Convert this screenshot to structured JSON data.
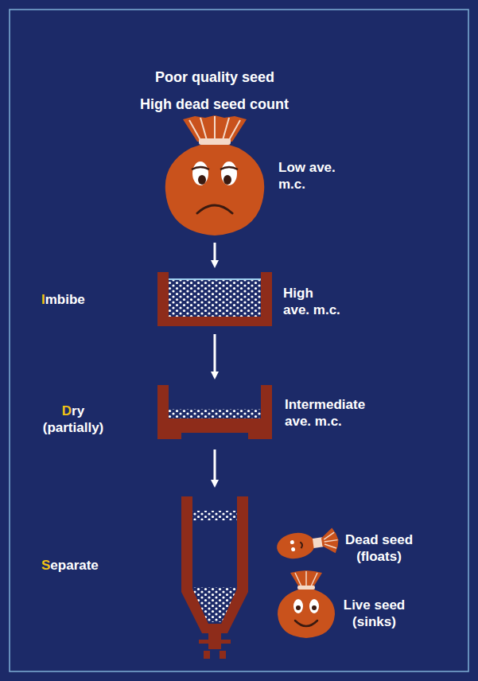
{
  "diagram": {
    "title": "Poor quality seed",
    "labels": [
      "High dead seed count",
      "Low ave. m.c.",
      "Imbibe",
      "High ave. m.c.",
      "Dry (partially)",
      "Intermediate ave. m.c.",
      "Separate",
      "Dead seed (floats)",
      "Live seed (sinks)"
    ]
  }
}
